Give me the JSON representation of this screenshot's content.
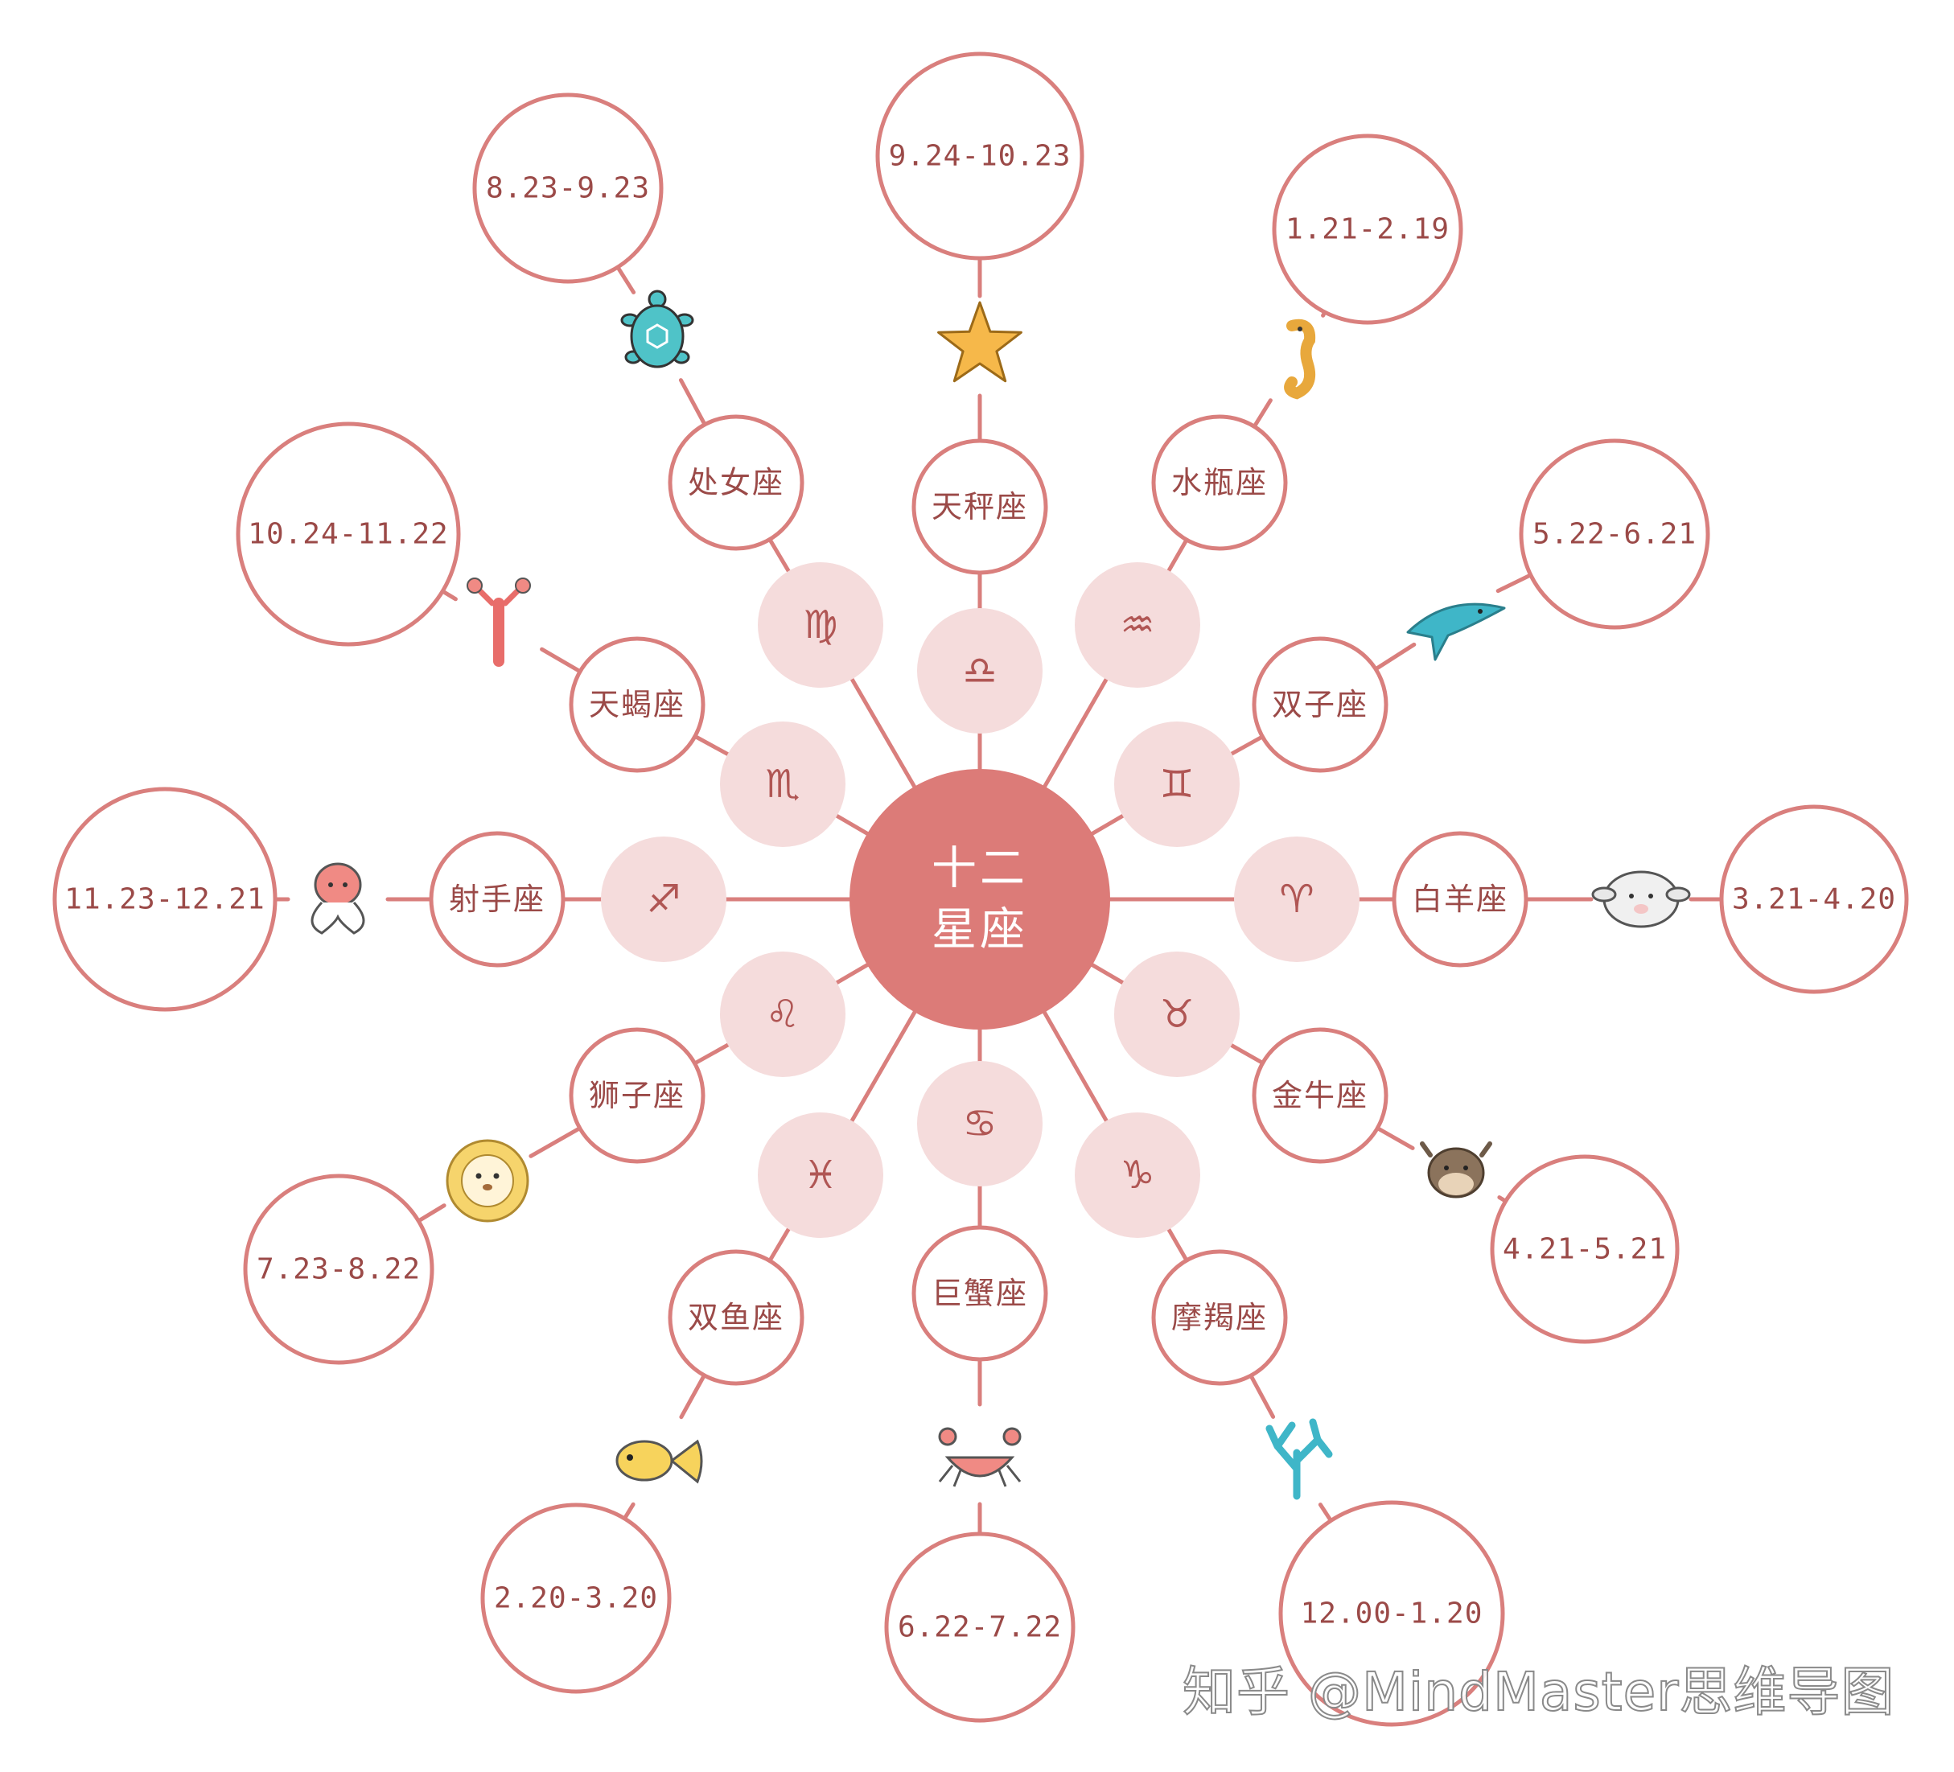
{
  "center": {
    "line1": "十二",
    "line2": "星座"
  },
  "signs": [
    {
      "symbol": "♈",
      "name": "白羊座",
      "date": "3.21-4.20",
      "icon": "sheep-icon"
    },
    {
      "symbol": "♉",
      "name": "金牛座",
      "date": "4.21-5.21",
      "icon": "cow-icon"
    },
    {
      "symbol": "♑",
      "name": "摩羯座",
      "date": "12.00-1.20",
      "icon": "coral-icon"
    },
    {
      "symbol": "♋",
      "name": "巨蟹座",
      "date": "6.22-7.22",
      "icon": "crab-icon"
    },
    {
      "symbol": "♓",
      "name": "双鱼座",
      "date": "2.20-3.20",
      "icon": "goldfish-icon"
    },
    {
      "symbol": "♌",
      "name": "狮子座",
      "date": "7.23-8.22",
      "icon": "lion-icon"
    },
    {
      "symbol": "♐",
      "name": "射手座",
      "date": "11.23-12.21",
      "icon": "octopus-icon"
    },
    {
      "symbol": "♏",
      "name": "天蝎座",
      "date": "10.24-11.22",
      "icon": "lobster-icon"
    },
    {
      "symbol": "♍",
      "name": "处女座",
      "date": "8.23-9.23",
      "icon": "turtle-icon"
    },
    {
      "symbol": "♎",
      "name": "天秤座",
      "date": "9.24-10.23",
      "icon": "starfish-icon"
    },
    {
      "symbol": "♒",
      "name": "水瓶座",
      "date": "1.21-2.19",
      "icon": "seahorse-icon"
    },
    {
      "symbol": "♊",
      "name": "双子座",
      "date": "5.22-6.21",
      "icon": "shark-icon"
    }
  ],
  "watermark": "知乎 @MindMaster思维导图",
  "colors": {
    "accent": "#dc7b78",
    "ring": "#d97f7d",
    "symbol_fill": "#f5dcdc",
    "text": "#9b4a48"
  }
}
